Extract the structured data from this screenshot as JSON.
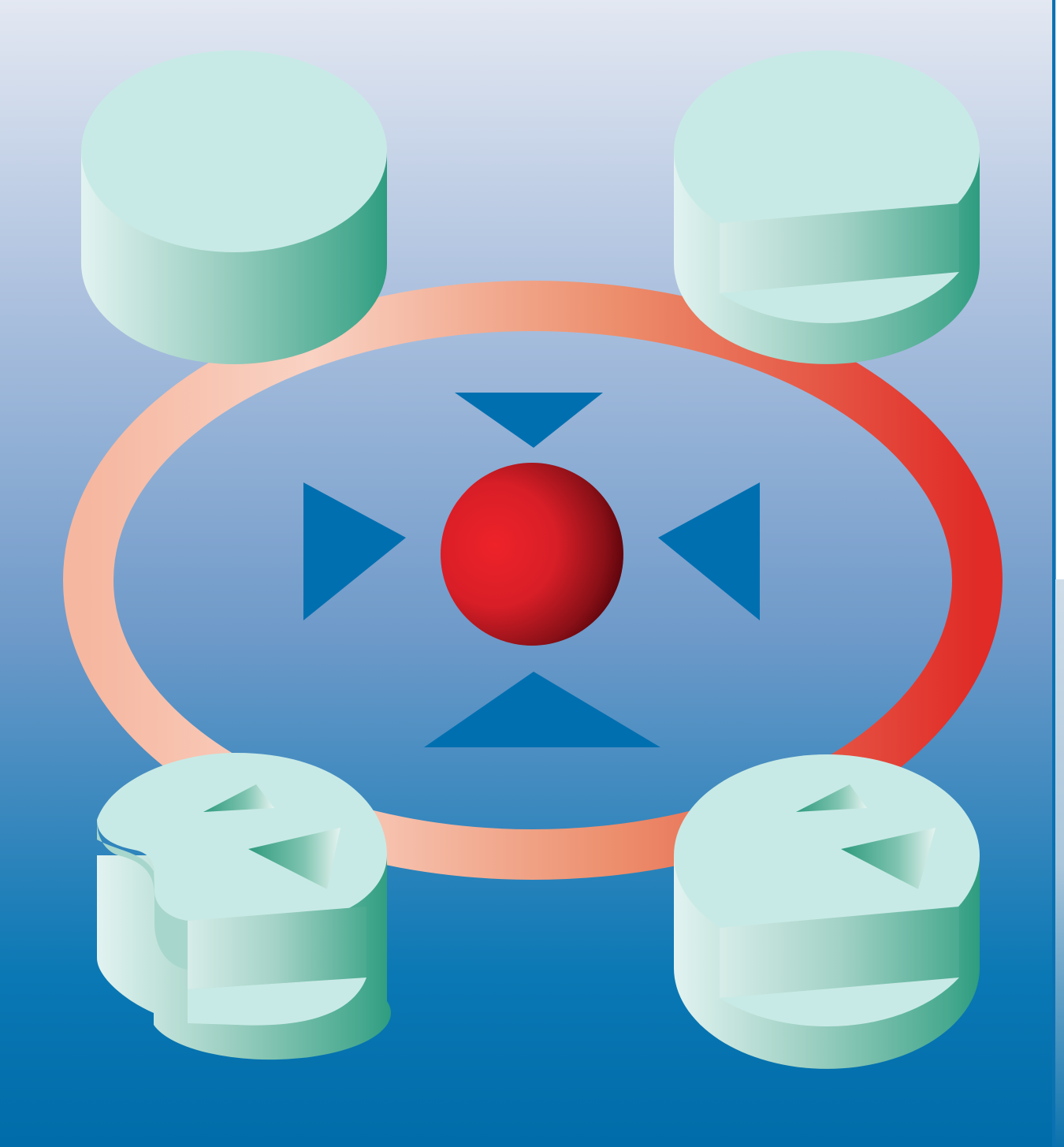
{
  "diagram": {
    "nodes": [
      {
        "id": "node-top-left",
        "shape": "cylinder"
      },
      {
        "id": "node-top-right",
        "shape": "cylinder-with-notch"
      },
      {
        "id": "node-bottom-left",
        "shape": "cylinder-with-notch-and-arrows"
      },
      {
        "id": "node-bottom-right",
        "shape": "cylinder-with-notch-and-arrows"
      }
    ],
    "center": {
      "shape": "sphere",
      "direction_markers": [
        "down",
        "right",
        "left",
        "up"
      ]
    },
    "colors": {
      "background_top": "#e3e8f2",
      "background_bottom": "#0070ae",
      "cylinder_top": "#c8eae6",
      "cylinder_side_dark": "#2fa084",
      "ring_light": "#f9c7b8",
      "ring_dark": "#e02e28",
      "sphere": "#e0202a",
      "arrow": "#006fb0",
      "side_border": "#0a72b2"
    }
  }
}
